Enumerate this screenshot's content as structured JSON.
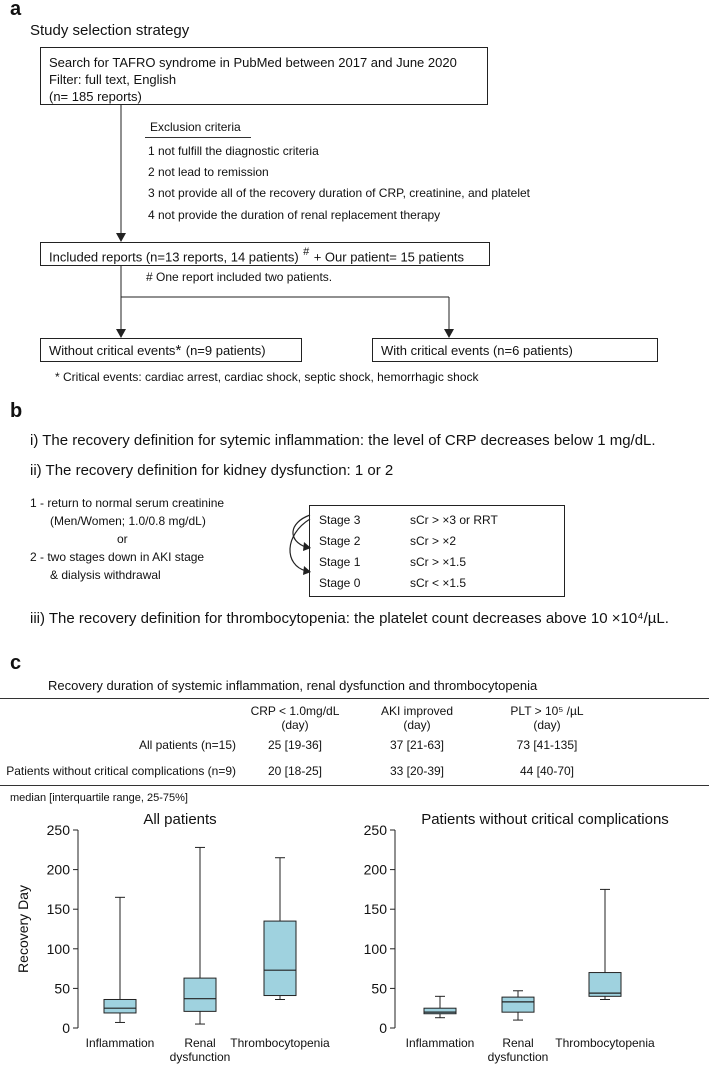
{
  "panel_a": {
    "letter": "a",
    "title": "Study selection strategy",
    "search_box": [
      "Search for TAFRO syndrome in PubMed between 2017 and June 2020",
      "Filter: full text, English",
      "(n= 185 reports)"
    ],
    "exclusion_title": "Exclusion criteria",
    "exclusion_items": [
      "1 not fulfill the diagnostic criteria",
      "2 not lead to remission",
      "3 not provide all of the recovery duration of CRP, creatinine, and platelet",
      "4 not provide the duration of renal replacement therapy"
    ],
    "included_box": "Included reports (n=13 reports, 14 patients)",
    "included_mark": "#",
    "included_plus": "+ Our patient= 15 patients",
    "note_hash": "# One report included two patients.",
    "without_box": "Without critical events",
    "without_star": "*",
    "without_count": "(n=9 patients)",
    "with_box": "With critical events (n=6 patients)",
    "footnote": "* Critical events: cardiac arrest, cardiac shock, septic shock, hemorrhagic shock"
  },
  "panel_b": {
    "letter": "b",
    "def_i": "i) The recovery definition for sytemic inflammation: the level of CRP decreases below 1 mg/dL.",
    "def_ii": "ii) The recovery definition for kidney dysfunction: 1 or 2",
    "opt1_line1": "1 - return to normal serum creatinine",
    "opt1_line2": "(Men/Women; 1.0/0.8 mg/dL)",
    "opt_or": "or",
    "opt2_line1": "2 - two stages down in AKI stage",
    "opt2_line2": "& dialysis withdrawal",
    "stages": [
      {
        "stage": "Stage 3",
        "criteria": "sCr > ×3  or RRT"
      },
      {
        "stage": "Stage 2",
        "criteria": "sCr > ×2"
      },
      {
        "stage": "Stage 1",
        "criteria": "sCr > ×1.5"
      },
      {
        "stage": "Stage 0",
        "criteria": "sCr < ×1.5"
      }
    ],
    "def_iii": "iii) The recovery definition for thrombocytopenia: the platelet count decreases above 10 ×10⁴/µL."
  },
  "panel_c": {
    "letter": "c",
    "table_title": "Recovery duration of systemic inflammation, renal dysfunction and thrombocytopenia",
    "columns": [
      {
        "line1": "CRP < 1.0mg/dL",
        "line2": "(day)"
      },
      {
        "line1": "AKI improved",
        "line2": "(day)"
      },
      {
        "line1": "PLT > 10⁵ /µL",
        "line2": "(day)"
      }
    ],
    "rows": [
      {
        "label": "All patients (n=15)",
        "values": [
          "25 [19-36]",
          "37 [21-63]",
          "73 [41-135]"
        ]
      },
      {
        "label": "Patients without critical complications (n=9)",
        "values": [
          "20 [18-25]",
          "33 [20-39]",
          "44 [40-70]"
        ]
      }
    ],
    "table_note": "median [interquartile range, 25-75%]"
  },
  "chart_data": [
    {
      "type": "box",
      "title": "All patients",
      "ylabel": "Recovery Day",
      "xlabel": "",
      "ylim": [
        0,
        250
      ],
      "yticks": [
        0,
        50,
        100,
        150,
        200,
        250
      ],
      "categories": [
        "Inflammation",
        "Renal|dysfunction",
        "Thrombocytopenia"
      ],
      "boxes": [
        {
          "min": 7,
          "q1": 19,
          "median": 25,
          "q3": 36,
          "max": 165
        },
        {
          "min": 5,
          "q1": 21,
          "median": 37,
          "q3": 63,
          "max": 228
        },
        {
          "min": 36,
          "q1": 41,
          "median": 73,
          "q3": 135,
          "max": 215
        }
      ],
      "grid": false
    },
    {
      "type": "box",
      "title": "Patients without critical complications",
      "ylabel": "",
      "xlabel": "",
      "ylim": [
        0,
        250
      ],
      "yticks": [
        0,
        50,
        100,
        150,
        200,
        250
      ],
      "categories": [
        "Inflammation",
        "Renal|dysfunction",
        "Thrombocytopenia"
      ],
      "boxes": [
        {
          "min": 13,
          "q1": 18,
          "median": 20,
          "q3": 25,
          "max": 40
        },
        {
          "min": 10,
          "q1": 20,
          "median": 33,
          "q3": 39,
          "max": 47
        },
        {
          "min": 36,
          "q1": 40,
          "median": 44,
          "q3": 70,
          "max": 175
        }
      ],
      "grid": false
    }
  ],
  "colors": {
    "box_fill": "#9fd2df",
    "line": "#222222"
  }
}
